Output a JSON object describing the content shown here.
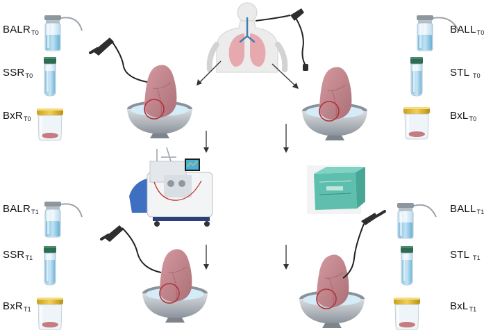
{
  "labels": {
    "balr_t0": {
      "main": "BALR",
      "sub": "T0"
    },
    "ssr_t0": {
      "main": "SSR",
      "sub": "T0"
    },
    "bxr_t0": {
      "main": "BxR",
      "sub": "T0"
    },
    "ball_t0": {
      "main": "BALL",
      "sub": "T0"
    },
    "stl_t0": {
      "main": "STL",
      "sub": "T0"
    },
    "bxl_t0": {
      "main": "BxL",
      "sub": "T0"
    },
    "balr_t1": {
      "main": "BALR",
      "sub": "T1"
    },
    "ssr_t1": {
      "main": "SSR",
      "sub": "T1"
    },
    "bxr_t1": {
      "main": "BxR",
      "sub": "T1"
    },
    "ball_t1": {
      "main": "BALL",
      "sub": "T1"
    },
    "stl_t1": {
      "main": "STL",
      "sub": "T1"
    },
    "bxl_t1": {
      "main": "BxL",
      "sub": "T1"
    }
  },
  "colors": {
    "lung": "#c98b90",
    "lung_dark": "#a96a72",
    "bowl": "#b9bec4",
    "bowl_dark": "#7d848c",
    "water": "#d4ecf7",
    "highlight_circle": "#b0303a",
    "arrow": "#333333",
    "bag": "#6fc7b7",
    "cap_green": "#2f6b52",
    "cap_yellow": "#e3b52a",
    "tissue": "#c67b80"
  },
  "icons": [
    "bronchoscope-icon",
    "human-torso-lungs-icon",
    "lung-in-bowl-icon",
    "ex-vivo-perfusion-machine-icon",
    "transport-cooler-bag-icon",
    "bal-collection-trap-icon",
    "sputum-tube-icon",
    "biopsy-container-icon"
  ]
}
